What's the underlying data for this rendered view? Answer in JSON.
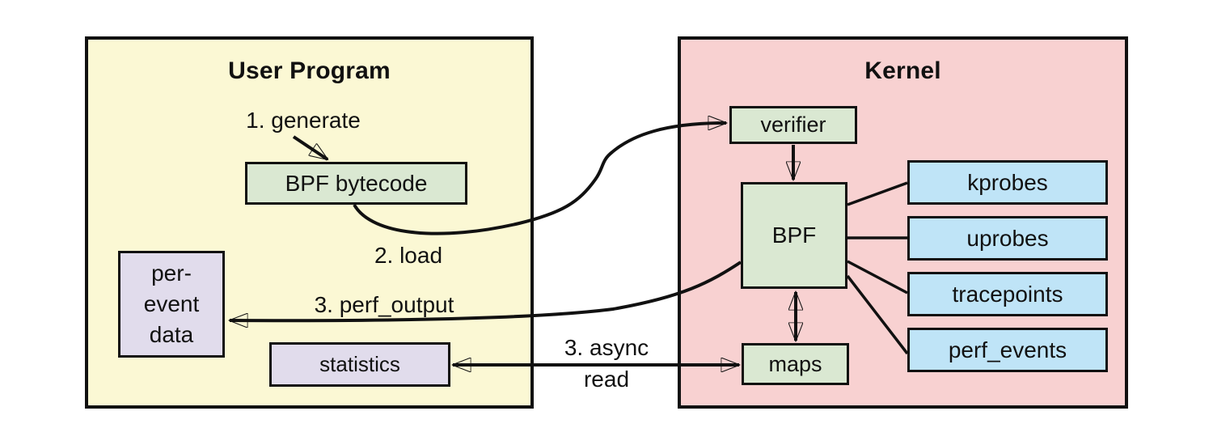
{
  "colors": {
    "background": "#ffffff",
    "user_program_bg": "#fbf8d4",
    "kernel_bg": "#f8d1d1",
    "green_box_bg": "#dae8d2",
    "blue_box_bg": "#bfe4f7",
    "purple_box_bg": "#e1dcec",
    "line_color": "#111111"
  },
  "user_program": {
    "title": "User Program",
    "bpf_bytecode_label": "BPF bytecode",
    "per_event_data_lines": [
      "per-",
      "event",
      "data"
    ],
    "statistics_label": "statistics"
  },
  "kernel": {
    "title": "Kernel",
    "verifier_label": "verifier",
    "bpf_label": "BPF",
    "maps_label": "maps",
    "event_sources": [
      "kprobes",
      "uprobes",
      "tracepoints",
      "perf_events"
    ]
  },
  "flow_labels": {
    "generate": "1. generate",
    "load": "2. load",
    "perf_output": "3. perf_output",
    "async_read_line1": "3. async",
    "async_read_line2": "read"
  }
}
